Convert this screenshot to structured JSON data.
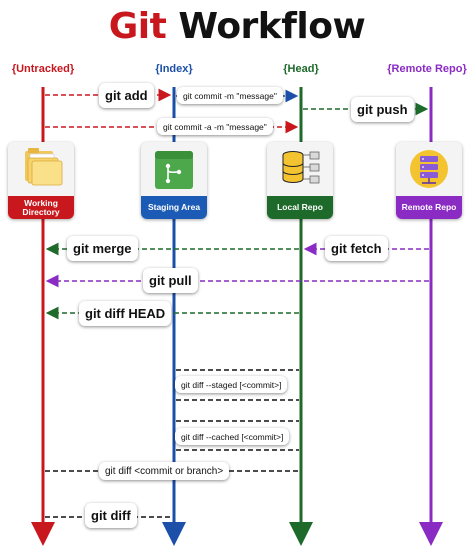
{
  "title": {
    "part1": "Git",
    "part2": "Workflow"
  },
  "lanes": [
    {
      "label": "{Untracked}",
      "color": "#c8181e"
    },
    {
      "label": "{Index}",
      "color": "#1b4fa8"
    },
    {
      "label": "{Head}",
      "color": "#1e6a2a"
    },
    {
      "label": "{Remote Repo}",
      "color": "#8a2bc4"
    }
  ],
  "cards": {
    "working": "Working Directory",
    "staging": "Staging Area",
    "local": "Local Repo",
    "remote": "Remote Repo"
  },
  "commands": {
    "git_add": "git add",
    "commit_m": "git commit -m \"message\"",
    "git_push": "git push",
    "commit_a_m": "git commit -a -m \"message\"",
    "git_merge": "git merge",
    "git_fetch": "git fetch",
    "git_pull": "git pull",
    "diff_head": "git diff HEAD",
    "diff_staged": "git diff --staged [<commit>]",
    "diff_cached": "git diff --cached [<commit>]",
    "diff_commit_branch": "git diff <commit or branch>",
    "git_diff": "git diff"
  }
}
